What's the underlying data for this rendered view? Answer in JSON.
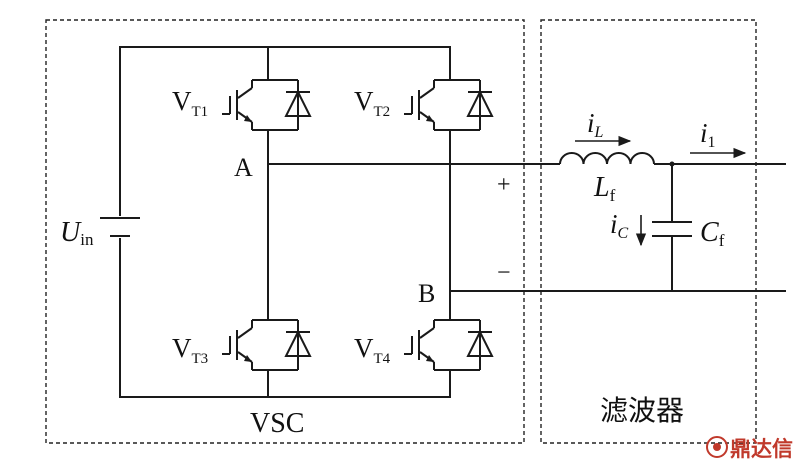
{
  "dc_source": {
    "label_main": "U",
    "label_sub": "in"
  },
  "switches": [
    {
      "main": "V",
      "sub": "T1"
    },
    {
      "main": "V",
      "sub": "T2"
    },
    {
      "main": "V",
      "sub": "T3"
    },
    {
      "main": "V",
      "sub": "T4"
    }
  ],
  "nodes": {
    "a": "A",
    "b": "B"
  },
  "polarity": {
    "plus": "+",
    "minus": "−"
  },
  "inductor": {
    "main": "L",
    "sub": "f"
  },
  "capacitor": {
    "main": "C",
    "sub": "f"
  },
  "currents": {
    "il": {
      "main": "i",
      "sub": "L"
    },
    "i1": {
      "main": "i",
      "sub": "1"
    },
    "ic": {
      "main": "i",
      "sub": "C"
    }
  },
  "blocks": {
    "vsc": "VSC",
    "filter": "滤波器"
  },
  "watermark": {
    "text": "鼎达信",
    "color": "#c0392b"
  }
}
